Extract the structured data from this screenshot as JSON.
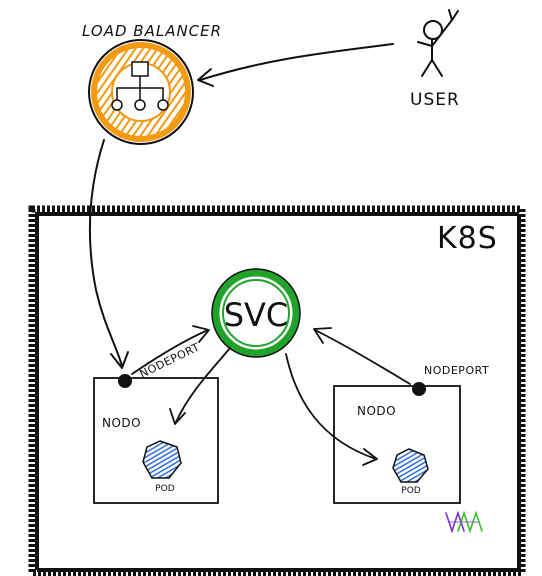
{
  "labels": {
    "load_balancer": "LOAD BALANCER",
    "user": "USER",
    "k8s": "K8S",
    "svc": "SVC",
    "nodeport_left": "NODEPORT",
    "nodeport_right": "NODEPORT",
    "node_left": "NODO",
    "node_right": "NODO",
    "pod_left": "POD",
    "pod_right": "POD"
  },
  "colors": {
    "load_balancer_ring": "#f39a12",
    "svc_ring": "#21a32b",
    "pod_fill": "#2f6fe0",
    "ink": "#111111",
    "watermark_purple": "#7a2fd0",
    "watermark_green": "#3dbb2f"
  },
  "icons": {
    "load_balancer": "network-hierarchy-icon",
    "user": "stick-figure-icon",
    "pod": "hexagon-icon",
    "watermark": "zigzag-logo"
  }
}
